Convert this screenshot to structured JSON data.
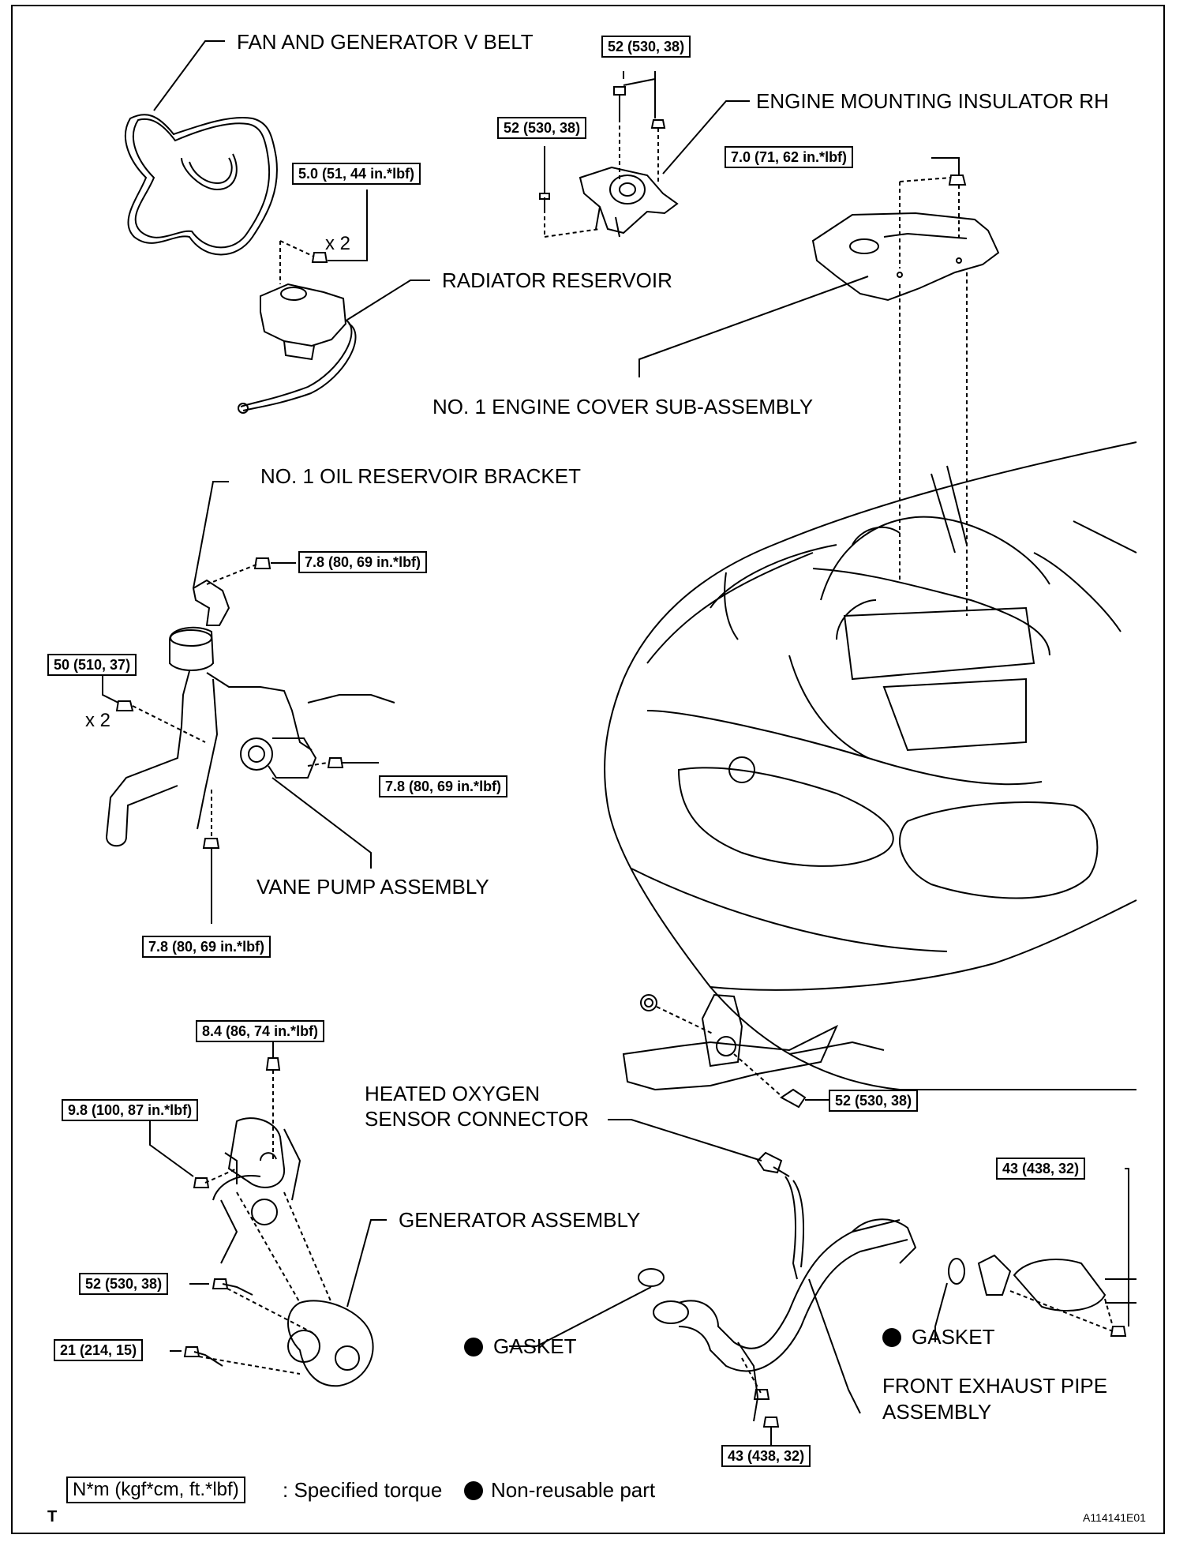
{
  "labels": {
    "fan_belt": "FAN AND GENERATOR V BELT",
    "engine_mount": "ENGINE MOUNTING INSULATOR RH",
    "radiator_reservoir": "RADIATOR RESERVOIR",
    "engine_cover": "NO. 1 ENGINE COVER SUB-ASSEMBLY",
    "oil_bracket": "NO. 1 OIL RESERVOIR BRACKET",
    "vane_pump": "VANE PUMP ASSEMBLY",
    "o2_connector_line1": "HEATED OXYGEN",
    "o2_connector_line2": "SENSOR CONNECTOR",
    "generator": "GENERATOR ASSEMBLY",
    "gasket_left": "GASKET",
    "gasket_right": "GASKET",
    "exhaust_line1": "FRONT EXHAUST PIPE",
    "exhaust_line2": "ASSEMBLY"
  },
  "torques": {
    "mount_top": "52 (530, 38)",
    "mount_left": "52 (530, 38)",
    "reservoir": "5.0 (51, 44 in.*lbf)",
    "cover": "7.0 (71, 62 in.*lbf)",
    "bracket": "7.8 (80, 69 in.*lbf)",
    "pump_left": "50 (510, 37)",
    "pump_right": "7.8 (80, 69 in.*lbf)",
    "pump_bottom": "7.8 (80, 69 in.*lbf)",
    "gen_top": "8.4 (86, 74 in.*lbf)",
    "gen_harness": "9.8 (100, 87 in.*lbf)",
    "gen_upper": "52 (530, 38)",
    "gen_lower": "21 (214, 15)",
    "lower_mount": "52 (530, 38)",
    "exhaust_right": "43 (438, 32)",
    "exhaust_bottom": "43 (438, 32)"
  },
  "counts": {
    "reservoir_qty": "x 2",
    "pump_qty": "x 2"
  },
  "legend": {
    "torque_key": "N*m (kgf*cm, ft.*lbf)",
    "torque_text": ": Specified torque",
    "nonreusable_text": "Non-reusable part"
  },
  "footer": {
    "corner_mark": "T",
    "figure_id": "A114141E01"
  }
}
